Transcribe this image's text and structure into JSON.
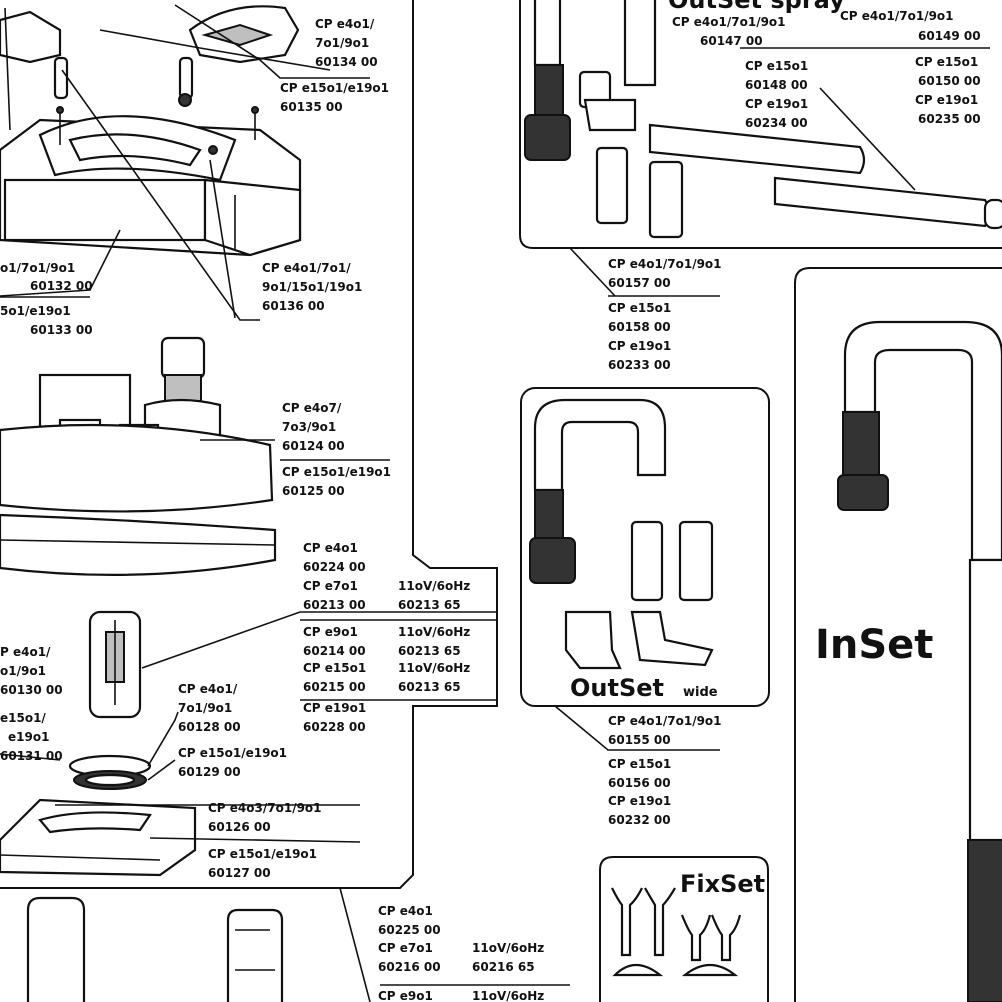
{
  "labels": {
    "a1": [
      "CP e4o1/",
      "7o1/9o1",
      "60134 00"
    ],
    "a2": [
      "CP e15o1/e19o1",
      "60135 00"
    ],
    "a3": [
      "CP e4o1/7o1/",
      "9o1/15o1/19o1",
      "60136 00"
    ],
    "a4": [
      "o1/7o1/9o1",
      "60132 00"
    ],
    "a5": [
      "5o1/e19o1",
      "60133 00"
    ],
    "b1": [
      "CP e4o7/",
      "7o3/9o1",
      "60124 00"
    ],
    "b2": [
      "CP e15o1/e19o1",
      "60125 00"
    ],
    "c1": [
      "CP e4o1",
      "60224 00",
      "CP e7o1",
      "60213 00",
      "CP e9o1",
      "60214 00",
      "CP e15o1",
      "60215 00",
      "CP e19o1",
      "60228 00"
    ],
    "c2": [
      "11oV/6oHz",
      "60213 65",
      "11oV/6oHz",
      "60213 65",
      "11oV/6oHz",
      "60213 65"
    ],
    "c3": [
      "P e4o1/",
      "o1/9o1",
      "60130 00"
    ],
    "c4": [
      "e15o1/",
      "e19o1",
      "60131 00"
    ],
    "c5": [
      "CP e4o1/",
      "7o1/9o1",
      "60128 00"
    ],
    "c6": [
      "CP e15o1/e19o1",
      "60129 00"
    ],
    "c7": [
      "CP e4o3/7o1/9o1",
      "60126 00"
    ],
    "c8": [
      "CP e15o1/e19o1",
      "60127 00"
    ],
    "d1": [
      "CP e4o1",
      "60225 00",
      "CP e7o1",
      "60216 00",
      "CP e9o1"
    ],
    "d2": [
      "11oV/6oHz",
      "60216 65",
      "11oV/6oHz"
    ],
    "e0": "OutSet spray",
    "e1": [
      "CP e4o1/7o1/9o1",
      "60147 00"
    ],
    "e2": [
      "CP e15o1",
      "60148 00",
      "CP e19o1",
      "60234 00"
    ],
    "e3": [
      "CP e4o1/7o1/9o1",
      "60149 00"
    ],
    "e4": [
      "CP e15o1",
      "60150 00",
      "CP e19o1",
      "60235 00"
    ],
    "e5": [
      "CP e4o1/7o1/9o1",
      "60157 00",
      "CP e15o1",
      "60158 00",
      "CP e19o1",
      "60233 00"
    ],
    "f0": "OutSet",
    "f0b": "wide",
    "f1": [
      "CP e4o1/7o1/9o1",
      "60155 00",
      "CP e15o1",
      "60156 00",
      "CP e19o1",
      "60232 00"
    ],
    "g0": "FixSet",
    "h0": "InSet"
  }
}
